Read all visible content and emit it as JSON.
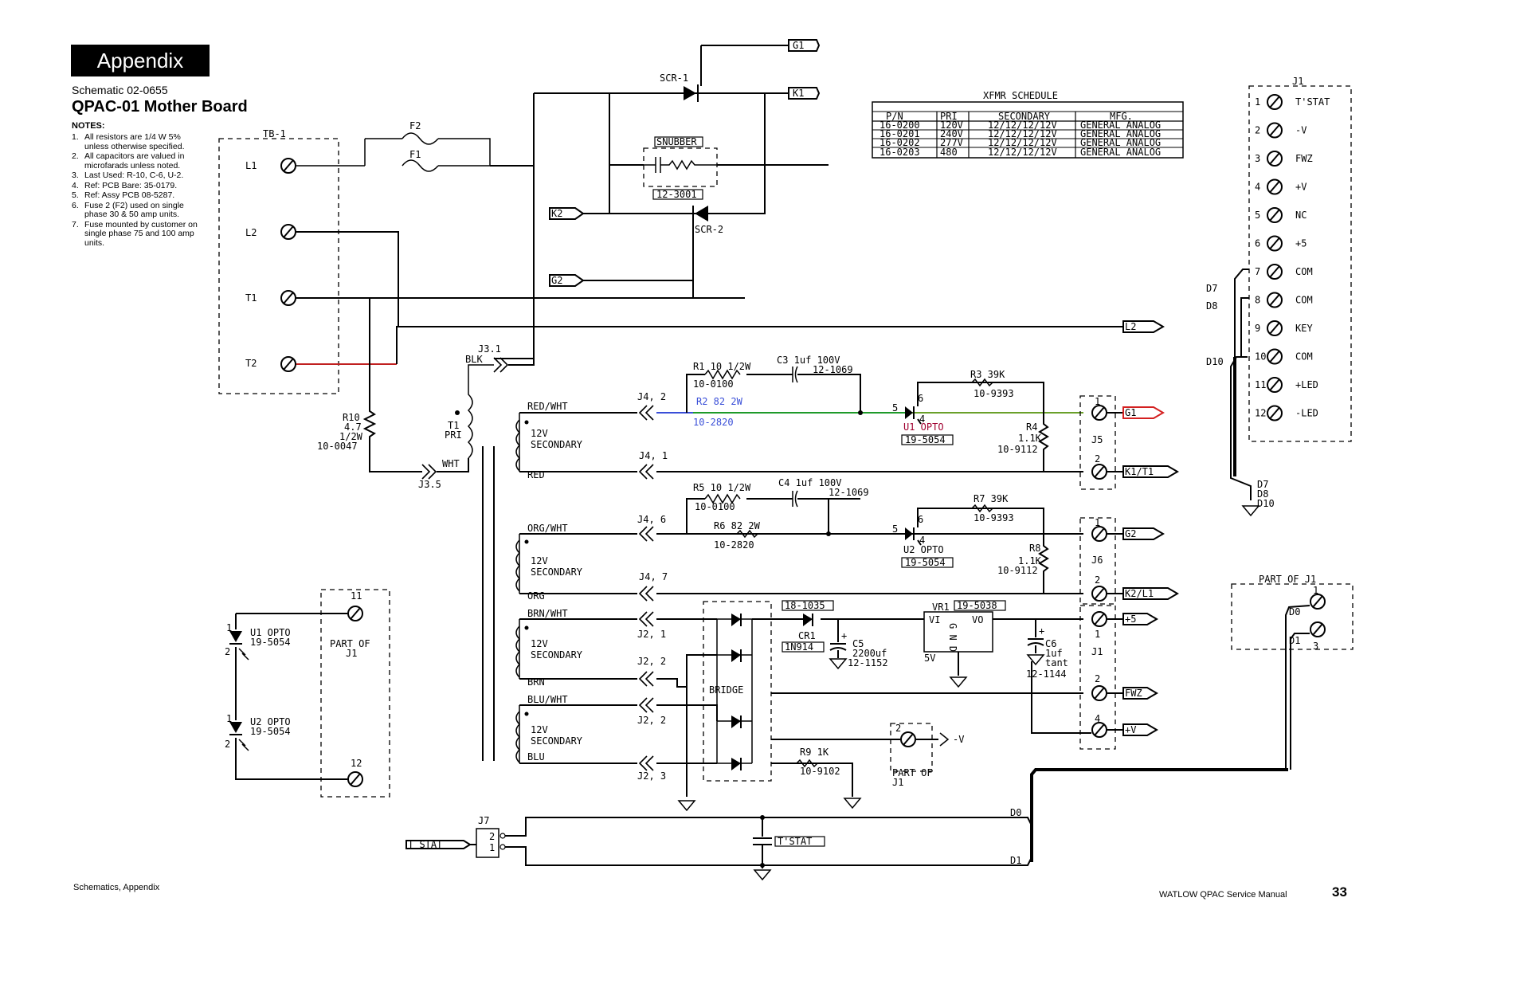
{
  "header": {
    "tab": "Appendix",
    "subtitle": "Schematic 02-0655",
    "title": "QPAC-01 Mother Board"
  },
  "notes": {
    "heading": "NOTES:",
    "items": [
      {
        "n": "1.",
        "text": "All resistors are 1/4 W 5% unless otherwise specified."
      },
      {
        "n": "2.",
        "text": "All capacitors are valued in microfarads unless noted."
      },
      {
        "n": "3.",
        "text": "Last Used: R-10, C-6, U-2."
      },
      {
        "n": "4.",
        "text": "Ref: PCB Bare: 35-0179."
      },
      {
        "n": "5.",
        "text": "Ref: Assy PCB 08-5287."
      },
      {
        "n": "6.",
        "text": "Fuse 2 (F2) used on single phase 30 & 50 amp units."
      },
      {
        "n": "7.",
        "text": "Fuse mounted by customer on single phase 75 and 100 amp units."
      }
    ]
  },
  "xfmr": {
    "title": "XFMR SCHEDULE",
    "headers": [
      "P/N",
      "PRI",
      "SECONDARY",
      "MFG."
    ],
    "rows": [
      [
        "16-0200",
        "120V",
        "12/12/12/12V",
        "GENERAL ANALOG"
      ],
      [
        "16-0201",
        "240V",
        "12/12/12/12V",
        "GENERAL ANALOG"
      ],
      [
        "16-0202",
        "277V",
        "12/12/12/12V",
        "GENERAL ANALOG"
      ],
      [
        "16-0203",
        "480",
        "12/12/12/12V",
        "GENERAL ANALOG"
      ]
    ]
  },
  "tb1": {
    "label": "TB-1",
    "terminals": [
      "L1",
      "L2",
      "T1",
      "T2"
    ]
  },
  "fuses": [
    "F2",
    "F1"
  ],
  "scr": {
    "scr1": "SCR-1",
    "scr2": "SCR-2",
    "snubber": "SNUBBER",
    "snubber_pn": "12-3001"
  },
  "flags": {
    "g1": "G1",
    "k1": "K1",
    "k2": "K2",
    "g2": "G2",
    "l2": "L2",
    "g1b": "G1",
    "k1t1": "K1/T1",
    "g2b": "G2",
    "k2l1": "K2/L1",
    "p5": "+5",
    "fwz": "FWZ",
    "pv": "+V",
    "tstat_in": "T STAT",
    "tstat_lbl": "T'STAT",
    "minus_v": "-V"
  },
  "r10": {
    "ref": "R10",
    "val": "4.7",
    "watt": "1/2W",
    "pn": "10-0047"
  },
  "t1": {
    "ref": "T1",
    "pri": "PRI",
    "j31": "J3.1",
    "blk": "BLK",
    "wht": "WHT",
    "j35": "J3.5"
  },
  "secondaries": [
    {
      "top": "RED/WHT",
      "bot": "RED",
      "v": "12V",
      "s": "SECONDARY",
      "j1": "J4, 2",
      "j2": "J4, 1"
    },
    {
      "top": "ORG/WHT",
      "bot": "ORG",
      "v": "12V",
      "s": "SECONDARY",
      "j1": "J4, 6",
      "j2": "J4, 7"
    },
    {
      "top": "BRN/WHT",
      "bot": "BRN",
      "v": "12V",
      "s": "SECONDARY",
      "j1": "J2, 1",
      "j2": "J2, 2"
    },
    {
      "top": "BLU/WHT",
      "bot": "BLU",
      "v": "12V",
      "s": "SECONDARY",
      "j1": "J2, 2",
      "j2": "J2, 3"
    }
  ],
  "ch1": {
    "r1": "R1 10 1/2W",
    "r1pn": "10-0100",
    "r2": "R2 82 2W",
    "r2pn": "10-2820",
    "c3": "C3 1uf 100V",
    "c3pn": "12-1069",
    "r3": "R3 39K",
    "r3pn": "10-9393",
    "u1": "U1 OPTO",
    "u1pn": "19-5054",
    "r4": "R4",
    "r4v": "1.1K",
    "r4pn": "10-9112",
    "j5": "J5",
    "p5": "5",
    "p6": "6",
    "p4": "4",
    "t1": "1",
    "t2": "2"
  },
  "ch2": {
    "r5": "R5 10 1/2W",
    "r5pn": "10-0100",
    "r6": "R6 82 2W",
    "r6pn": "10-2820",
    "c4": "C4 1uf 100V",
    "c4pn": "12-1069",
    "r7": "R7 39K",
    "r7pn": "10-9393",
    "u2": "U2 OPTO",
    "u2pn": "19-5054",
    "r8": "R8",
    "r8v": "1.1K",
    "r8pn": "10-9112",
    "j6": "J6",
    "p5": "5",
    "p6": "6",
    "p4": "4",
    "t1": "1",
    "t2": "2"
  },
  "supply": {
    "cr1pn": "18-1035",
    "cr1": "CR1",
    "cr1type": "1N914",
    "c5": "C5",
    "c5v": "2200uf",
    "c5pn": "12-1152",
    "vr1": "VR1",
    "vr1pn": "19-5038",
    "vi": "VI",
    "vo": "VO",
    "gnd": "G N D",
    "v5": "5V",
    "c6": "C6",
    "c6v": "1uf",
    "c6t": "tant",
    "c6pn": "12-1144",
    "bridge": "BRIDGE",
    "r9": "R9 1K",
    "r9pn": "10-9102",
    "j1": "J1",
    "t1": "1",
    "t2": "2",
    "t4": "4",
    "plus": "+"
  },
  "partj1": {
    "label": "PART OF",
    "label2": "J1",
    "num2": "2"
  },
  "j1": {
    "label": "J1",
    "pins": [
      {
        "n": "1",
        "label": "T'STAT"
      },
      {
        "n": "2",
        "label": "-V"
      },
      {
        "n": "3",
        "label": "FWZ"
      },
      {
        "n": "4",
        "label": "+V"
      },
      {
        "n": "5",
        "label": "NC"
      },
      {
        "n": "6",
        "label": "+5"
      },
      {
        "n": "7",
        "label": "COM"
      },
      {
        "n": "8",
        "label": "COM"
      },
      {
        "n": "9",
        "label": "KEY"
      },
      {
        "n": "10",
        "label": "COM"
      },
      {
        "n": "11",
        "label": "+LED"
      },
      {
        "n": "12",
        "label": "-LED"
      }
    ],
    "d7": "D7",
    "d8": "D8",
    "d10": "D10",
    "bus": [
      "D7",
      "D8",
      "D10"
    ]
  },
  "partj1b": {
    "label": "PART OF J1",
    "n1": "1",
    "n3": "3",
    "d0": "D0",
    "d1": "D1"
  },
  "leds": {
    "u1": "U1 OPTO",
    "u1pn": "19-5054",
    "u2": "U2 OPTO",
    "u2pn": "19-5054",
    "part": "PART OF",
    "partj": "J1",
    "n11": "11",
    "n12": "12",
    "a1": "1",
    "a2": "2",
    "b1": "1",
    "b2": "2"
  },
  "j7": {
    "label": "J7",
    "p2": "2",
    "p1": "1",
    "d0": "D0",
    "d1": "D1"
  },
  "footer": {
    "left": "Schematics, Appendix",
    "right": "WATLOW QPAC Service Manual",
    "page": "33"
  },
  "colors": {
    "red_wire": "#d42020",
    "green_wire": "#1e9a2a",
    "blue_wire": "#3a4fd8",
    "purple": "#6a2a9a",
    "pink": "#d03070"
  }
}
